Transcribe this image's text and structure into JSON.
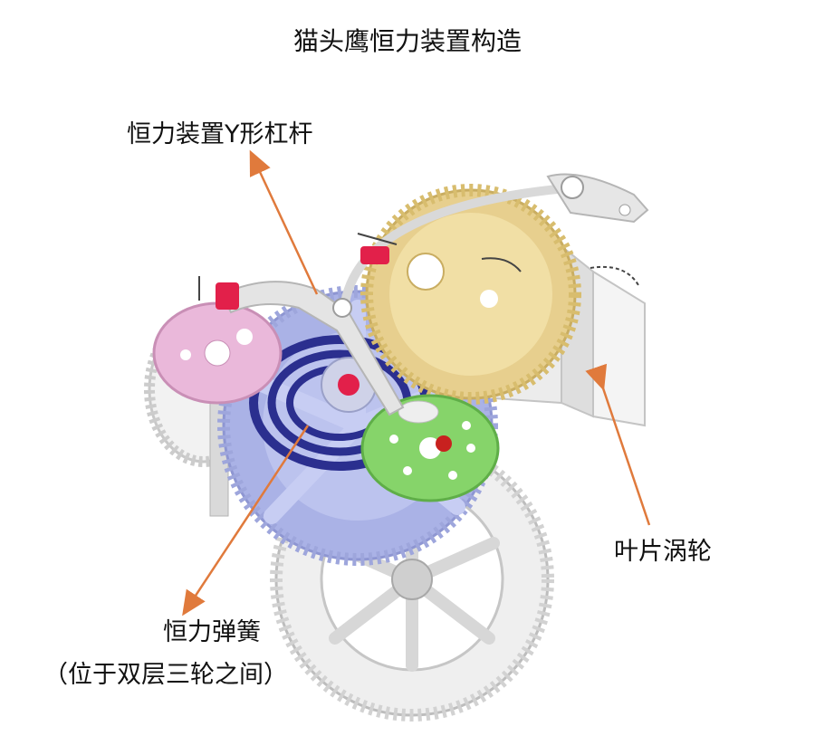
{
  "title": "猫头鹰恒力装置构造",
  "labels": {
    "lever": "恒力装置Y形杠杆",
    "turbine": "叶片涡轮",
    "spring": "恒力弹簧",
    "spring_note": "（位于双层三轮之间）"
  },
  "colors": {
    "arrow": "#e07a3c",
    "gold_gear": "#e7cf8e",
    "green_gear": "#86d46a",
    "pink_gear": "#eab8da",
    "blue_gear": "#aab2e6",
    "spring_blue": "#2b2f8f",
    "accent_red": "#e2204a",
    "metal": "#dcdcdc"
  }
}
